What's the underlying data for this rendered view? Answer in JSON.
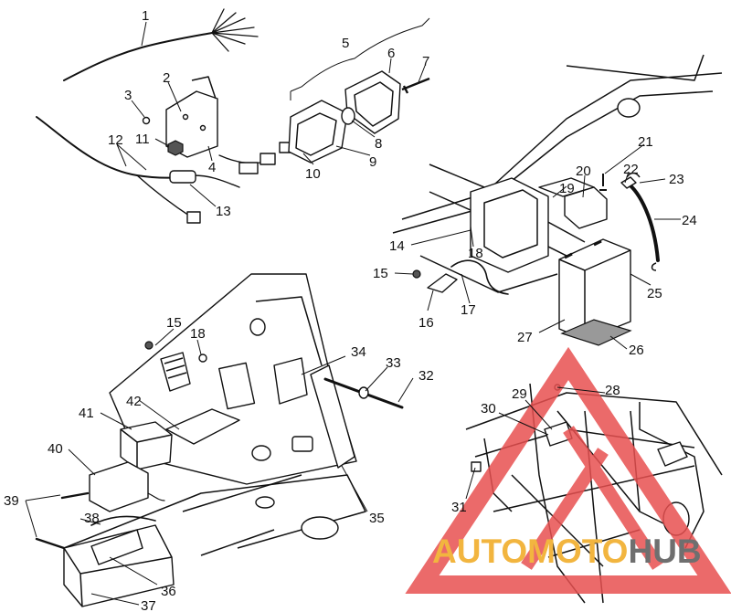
{
  "callouts": [
    {
      "id": "1",
      "label": "1"
    },
    {
      "id": "2",
      "label": "2"
    },
    {
      "id": "3",
      "label": "3"
    },
    {
      "id": "4",
      "label": "4"
    },
    {
      "id": "5",
      "label": "5"
    },
    {
      "id": "6",
      "label": "6"
    },
    {
      "id": "7",
      "label": "7"
    },
    {
      "id": "8",
      "label": "8"
    },
    {
      "id": "9",
      "label": "9"
    },
    {
      "id": "10",
      "label": "10"
    },
    {
      "id": "11",
      "label": "11"
    },
    {
      "id": "12",
      "label": "12"
    },
    {
      "id": "13",
      "label": "13"
    },
    {
      "id": "14",
      "label": "14"
    },
    {
      "id": "15a",
      "label": "15"
    },
    {
      "id": "16",
      "label": "16"
    },
    {
      "id": "17",
      "label": "17"
    },
    {
      "id": "18a",
      "label": "18"
    },
    {
      "id": "19",
      "label": "19"
    },
    {
      "id": "20",
      "label": "20"
    },
    {
      "id": "21",
      "label": "21"
    },
    {
      "id": "22",
      "label": "22"
    },
    {
      "id": "23",
      "label": "23"
    },
    {
      "id": "24",
      "label": "24"
    },
    {
      "id": "25",
      "label": "25"
    },
    {
      "id": "26",
      "label": "26"
    },
    {
      "id": "27",
      "label": "27"
    },
    {
      "id": "15b",
      "label": "15"
    },
    {
      "id": "18b",
      "label": "18"
    },
    {
      "id": "28",
      "label": "28"
    },
    {
      "id": "29",
      "label": "29"
    },
    {
      "id": "30",
      "label": "30"
    },
    {
      "id": "31",
      "label": "31"
    },
    {
      "id": "32",
      "label": "32"
    },
    {
      "id": "33",
      "label": "33"
    },
    {
      "id": "34",
      "label": "34"
    },
    {
      "id": "35",
      "label": "35"
    },
    {
      "id": "36",
      "label": "36"
    },
    {
      "id": "37",
      "label": "37"
    },
    {
      "id": "38",
      "label": "38"
    },
    {
      "id": "39",
      "label": "39"
    },
    {
      "id": "40",
      "label": "40"
    },
    {
      "id": "41",
      "label": "41"
    },
    {
      "id": "42",
      "label": "42"
    }
  ],
  "watermark": {
    "part1": "AUTOMOTO",
    "part2": "HUB",
    "color_red": "#e85050",
    "color_orange": "#f2b53f",
    "color_gray": "#6f6f6f"
  }
}
